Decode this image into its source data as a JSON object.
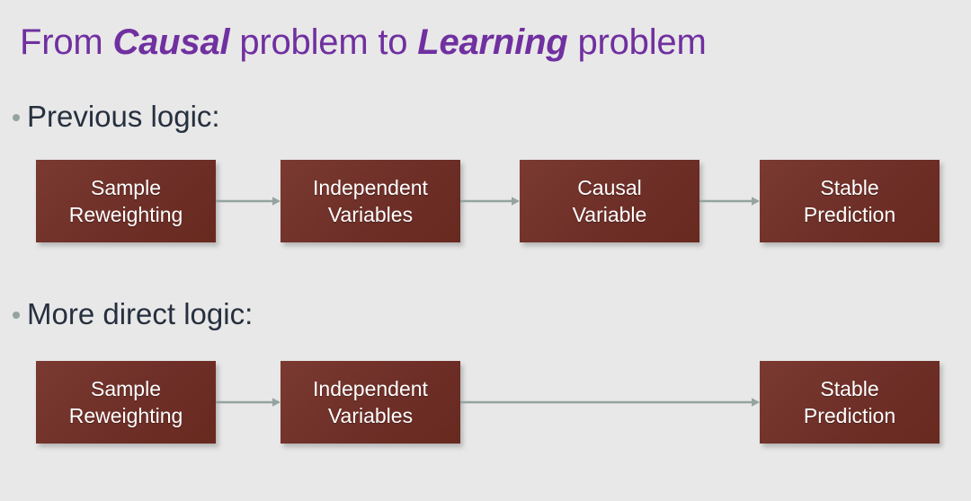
{
  "slide": {
    "background_color": "#e8e8e8",
    "title": {
      "part1": "From ",
      "em1": "Causal",
      "part2": " problem to ",
      "em2": "Learning",
      "part3": " problem",
      "color": "#7030a0"
    },
    "bullets": [
      {
        "text": "Previous logic:",
        "dot_color": "#93a3a0",
        "text_color": "#27303f"
      },
      {
        "text": "More direct logic:",
        "dot_color": "#93a3a0",
        "text_color": "#27303f"
      }
    ],
    "box_fill_color": "#6e2f28",
    "box_text_color": "#ffffff",
    "arrow_color": "#93a3a0",
    "flows": [
      {
        "name": "previous-logic-flow",
        "nodes": [
          {
            "line1": "Sample",
            "line2": "Reweighting"
          },
          {
            "line1": "Independent",
            "line2": "Variables"
          },
          {
            "line1": "Causal",
            "line2": "Variable"
          },
          {
            "line1": "Stable",
            "line2": "Prediction"
          }
        ]
      },
      {
        "name": "more-direct-logic-flow",
        "nodes": [
          {
            "line1": "Sample",
            "line2": "Reweighting"
          },
          {
            "line1": "Independent",
            "line2": "Variables"
          },
          {
            "line1": "Stable",
            "line2": "Prediction"
          }
        ]
      }
    ]
  }
}
